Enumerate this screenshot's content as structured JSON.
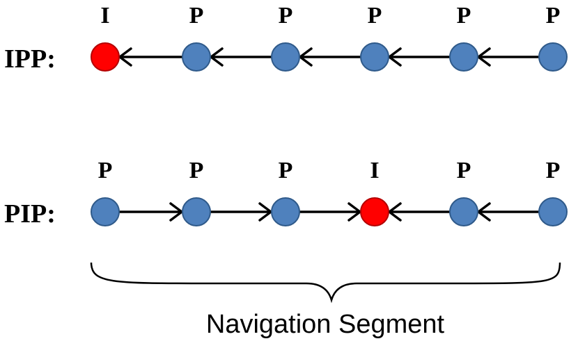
{
  "rows": [
    {
      "label": "IPP:",
      "frames": [
        "I",
        "P",
        "P",
        "P",
        "P",
        "P"
      ],
      "arrows": [
        "left",
        "left",
        "left",
        "left",
        "left"
      ]
    },
    {
      "label": "PIP:",
      "frames": [
        "P",
        "P",
        "P",
        "I",
        "P",
        "P"
      ],
      "arrows": [
        "right",
        "right",
        "right",
        "left",
        "left"
      ]
    }
  ],
  "caption": "Navigation Segment",
  "colors": {
    "p_frame": "#4f81bd",
    "i_frame": "#ff0000"
  }
}
